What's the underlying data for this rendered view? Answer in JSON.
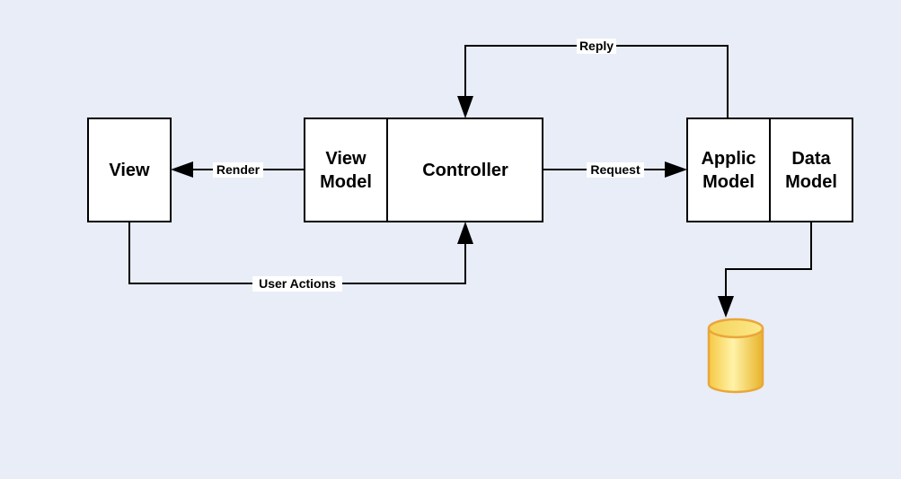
{
  "nodes": {
    "view": {
      "label": "View"
    },
    "view_model": {
      "line1": "View",
      "line2": "Model"
    },
    "controller": {
      "label": "Controller"
    },
    "applic_model": {
      "line1": "Applic",
      "line2": "Model"
    },
    "data_model": {
      "line1": "Data",
      "line2": "Model"
    },
    "database": {
      "icon": "database-cylinder-icon"
    }
  },
  "edges": {
    "render": "Render",
    "request": "Request",
    "reply": "Reply",
    "user_actions": "User Actions"
  },
  "colors": {
    "background": "#e8edf7",
    "box_fill": "#ffffff",
    "stroke": "#000000",
    "database_fill": "#f7d348",
    "database_stroke": "#eaa63a"
  }
}
